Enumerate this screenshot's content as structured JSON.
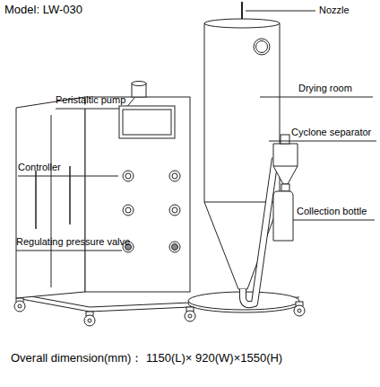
{
  "diagram": {
    "title": "Model: LW-030",
    "caption": "Overall dimension(mm)： 1150(L)× 920(W)×1550(H)",
    "labels": [
      "Nozzle",
      "Drying room",
      "Peristaltic pump",
      "Cyclone separator",
      "Controller",
      "Collection bottle",
      "Regulating pressure valve"
    ]
  }
}
